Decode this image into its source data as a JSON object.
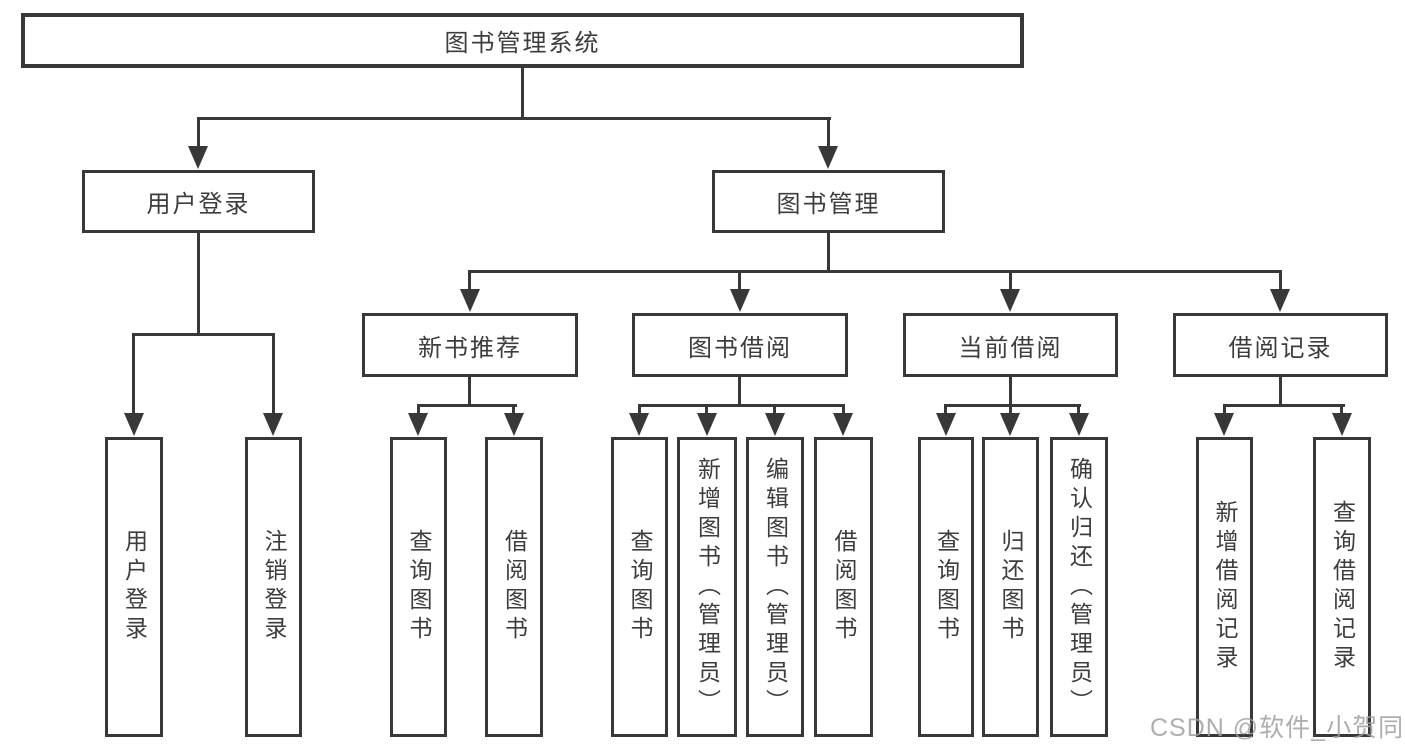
{
  "nodes": {
    "root": "图书管理系统",
    "level2": [
      "用户登录",
      "图书管理"
    ],
    "level3": [
      "新书推荐",
      "图书借阅",
      "当前借阅",
      "借阅记录"
    ],
    "leaves": [
      "用户登录",
      "注销登录",
      "查询图书",
      "借阅图书",
      "查询图书",
      "新增图书（管理员）",
      "编辑图书（管理员）",
      "借阅图书",
      "查询图书",
      "归还图书",
      "确认归还（管理员）",
      "新增借阅记录",
      "查询借阅记录"
    ]
  },
  "watermark": "CSDN @软件_小贺同学",
  "colors": {
    "line": "#383838",
    "text": "#3d3d3d",
    "watermark": "#a0a0a0",
    "background": "#ffffff"
  }
}
